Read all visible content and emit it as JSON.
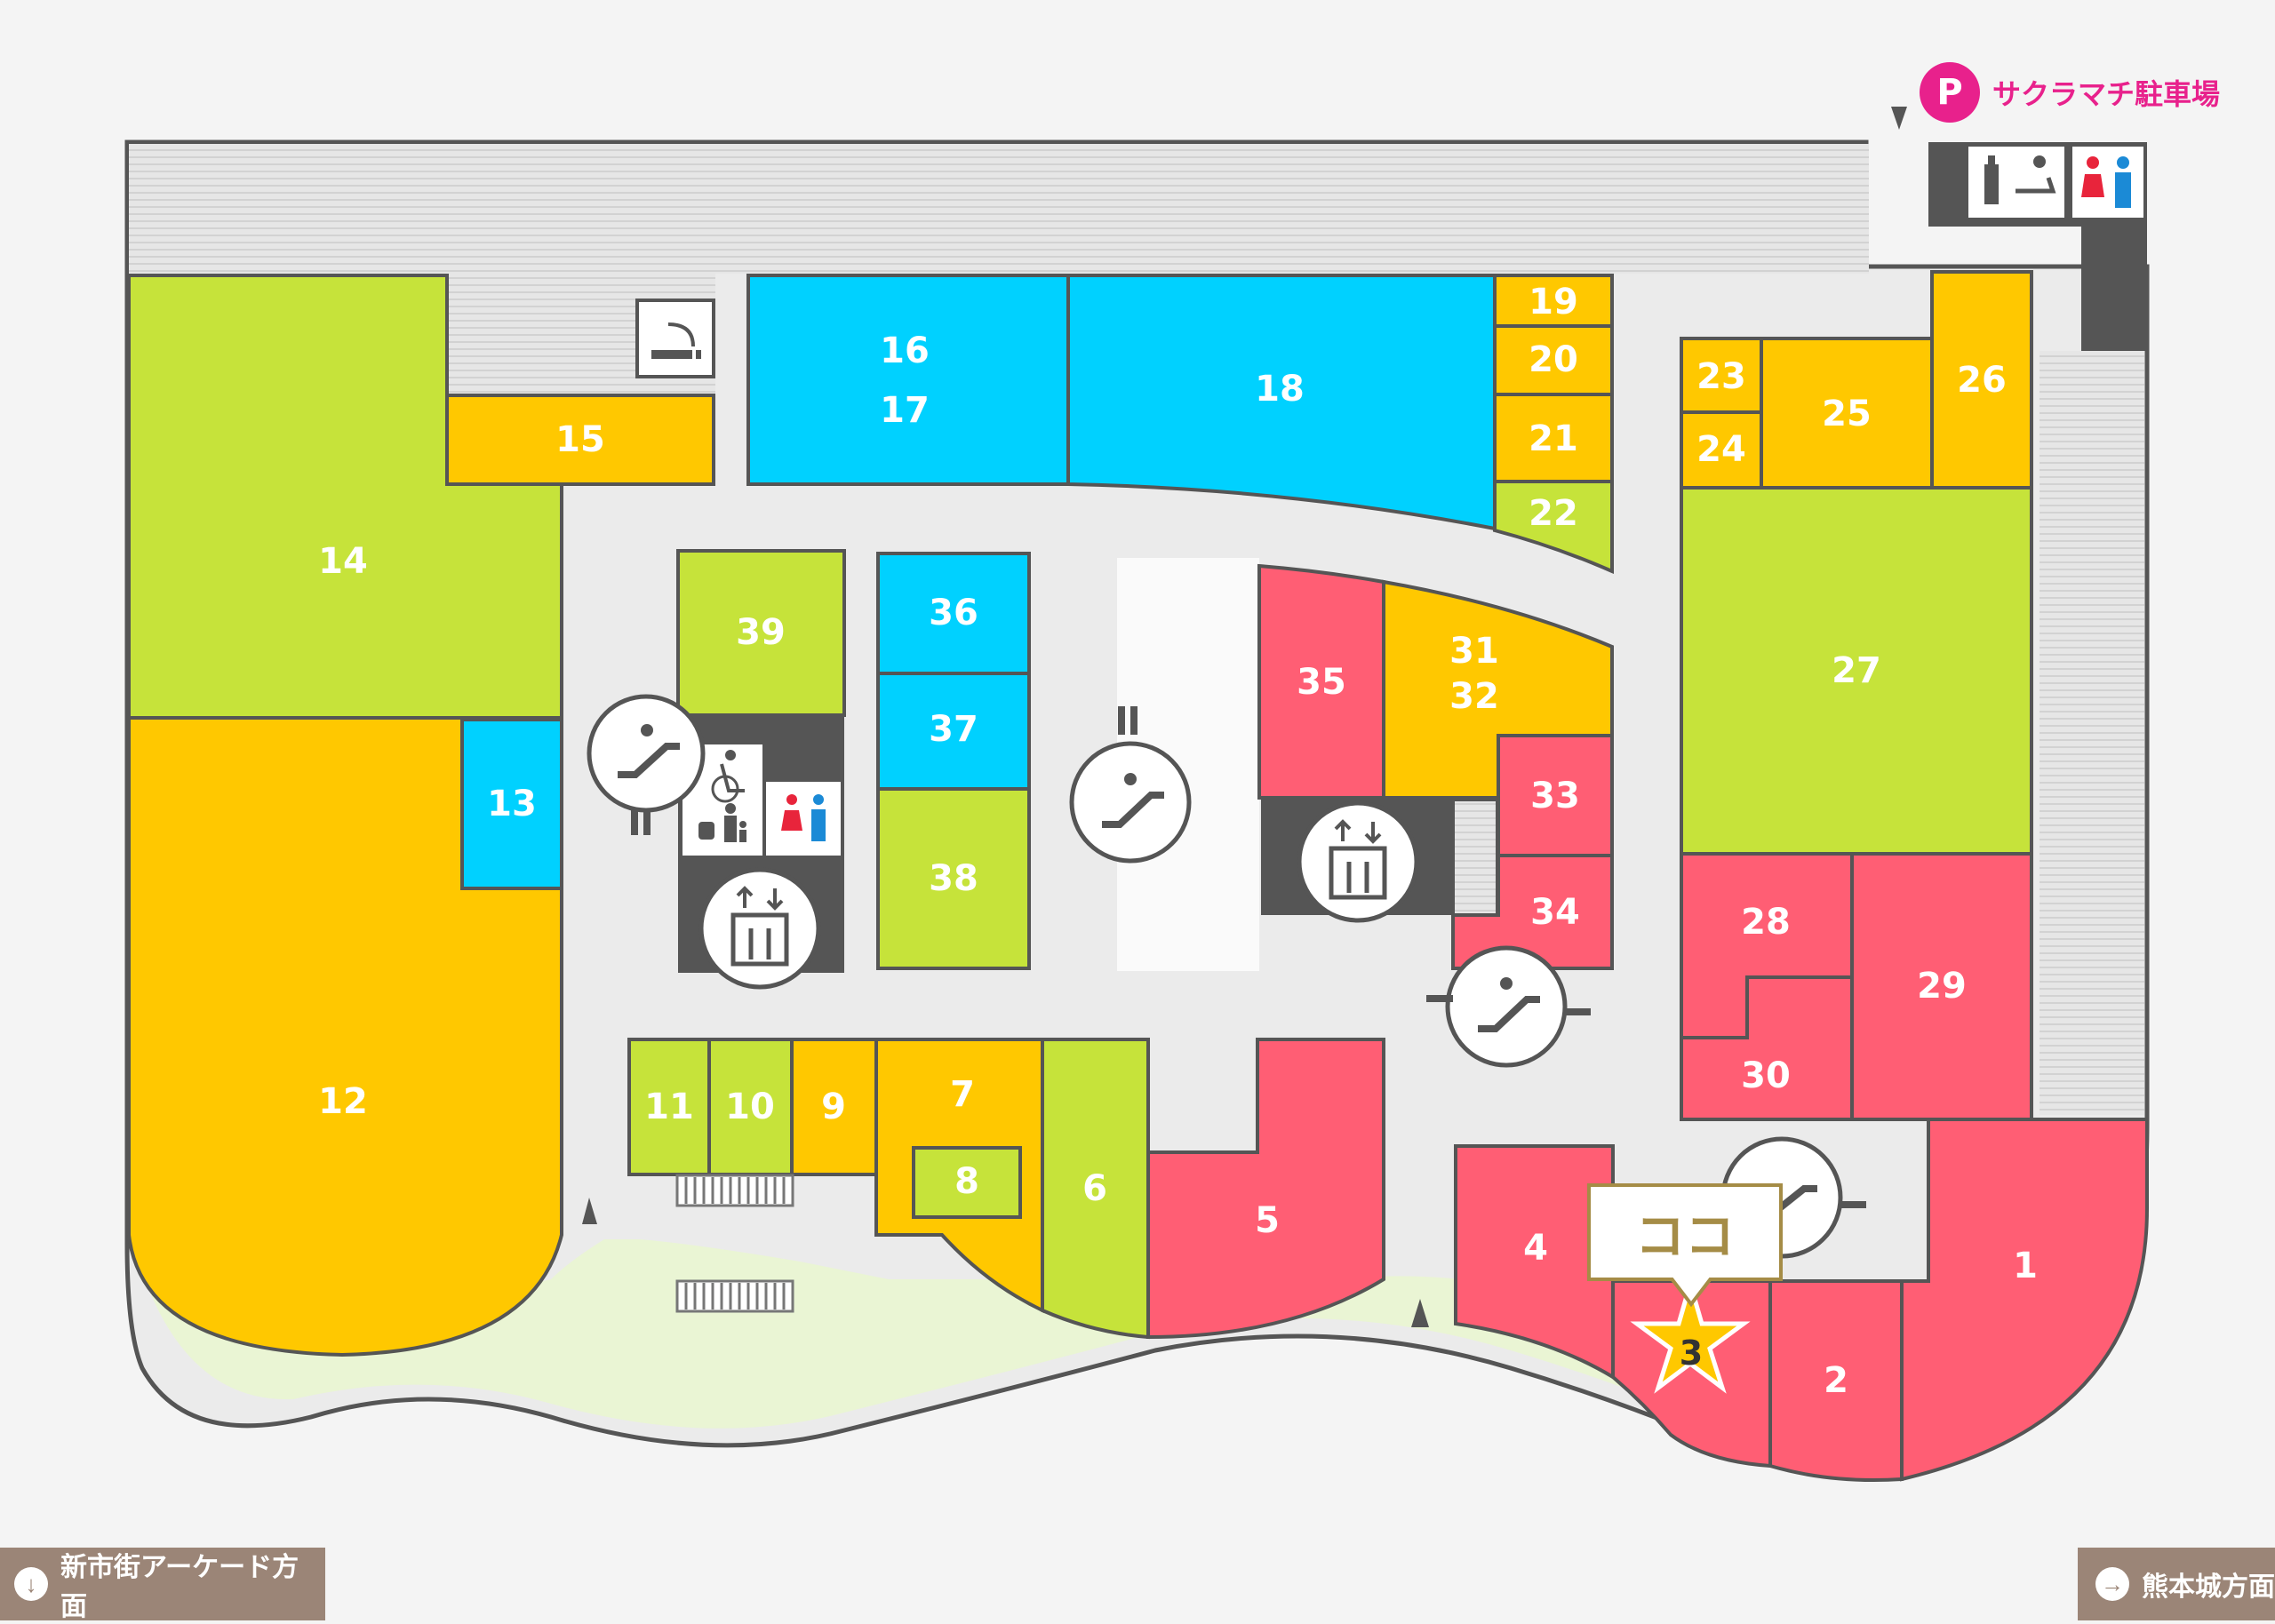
{
  "parking": {
    "icon": "P",
    "label": "サクラマチ駐車場"
  },
  "here_label": "ココ",
  "current_unit": "3",
  "nav": {
    "left_label": "新市街アーケード方面",
    "right_label": "熊本城方面"
  },
  "colors": {
    "green": "#c6e33a",
    "yellow": "#ffc800",
    "blue": "#00d1ff",
    "pink": "#ff5e74",
    "dark": "#555555",
    "corridor": "#ebebeb",
    "garden": "#eaf5d4",
    "accent_pink": "#e8218c",
    "gold": "#a58c46",
    "nav_bg": "#9b8577"
  },
  "units": [
    {
      "id": "1",
      "category": "pink"
    },
    {
      "id": "2",
      "category": "pink"
    },
    {
      "id": "3",
      "category": "pink"
    },
    {
      "id": "4",
      "category": "pink"
    },
    {
      "id": "5",
      "category": "pink"
    },
    {
      "id": "6",
      "category": "green"
    },
    {
      "id": "7",
      "category": "yellow"
    },
    {
      "id": "8",
      "category": "green"
    },
    {
      "id": "9",
      "category": "yellow"
    },
    {
      "id": "10",
      "category": "green"
    },
    {
      "id": "11",
      "category": "green"
    },
    {
      "id": "12",
      "category": "yellow"
    },
    {
      "id": "13",
      "category": "blue"
    },
    {
      "id": "14",
      "category": "green"
    },
    {
      "id": "15",
      "category": "yellow"
    },
    {
      "id": "16",
      "category": "blue"
    },
    {
      "id": "17",
      "category": "blue"
    },
    {
      "id": "18",
      "category": "blue"
    },
    {
      "id": "19",
      "category": "yellow"
    },
    {
      "id": "20",
      "category": "yellow"
    },
    {
      "id": "21",
      "category": "yellow"
    },
    {
      "id": "22",
      "category": "green"
    },
    {
      "id": "23",
      "category": "yellow"
    },
    {
      "id": "24",
      "category": "yellow"
    },
    {
      "id": "25",
      "category": "yellow"
    },
    {
      "id": "26",
      "category": "yellow"
    },
    {
      "id": "27",
      "category": "green"
    },
    {
      "id": "28",
      "category": "pink"
    },
    {
      "id": "29",
      "category": "pink"
    },
    {
      "id": "30",
      "category": "pink"
    },
    {
      "id": "31",
      "category": "yellow"
    },
    {
      "id": "32",
      "category": "yellow"
    },
    {
      "id": "33",
      "category": "pink"
    },
    {
      "id": "34",
      "category": "pink"
    },
    {
      "id": "35",
      "category": "pink"
    },
    {
      "id": "36",
      "category": "blue"
    },
    {
      "id": "37",
      "category": "blue"
    },
    {
      "id": "38",
      "category": "green"
    },
    {
      "id": "39",
      "category": "green"
    }
  ],
  "facilities": [
    "escalator-icon",
    "elevator-icon",
    "restroom-icon",
    "accessible-toilet-icon",
    "baby-care-icon",
    "smoking-area-icon"
  ]
}
